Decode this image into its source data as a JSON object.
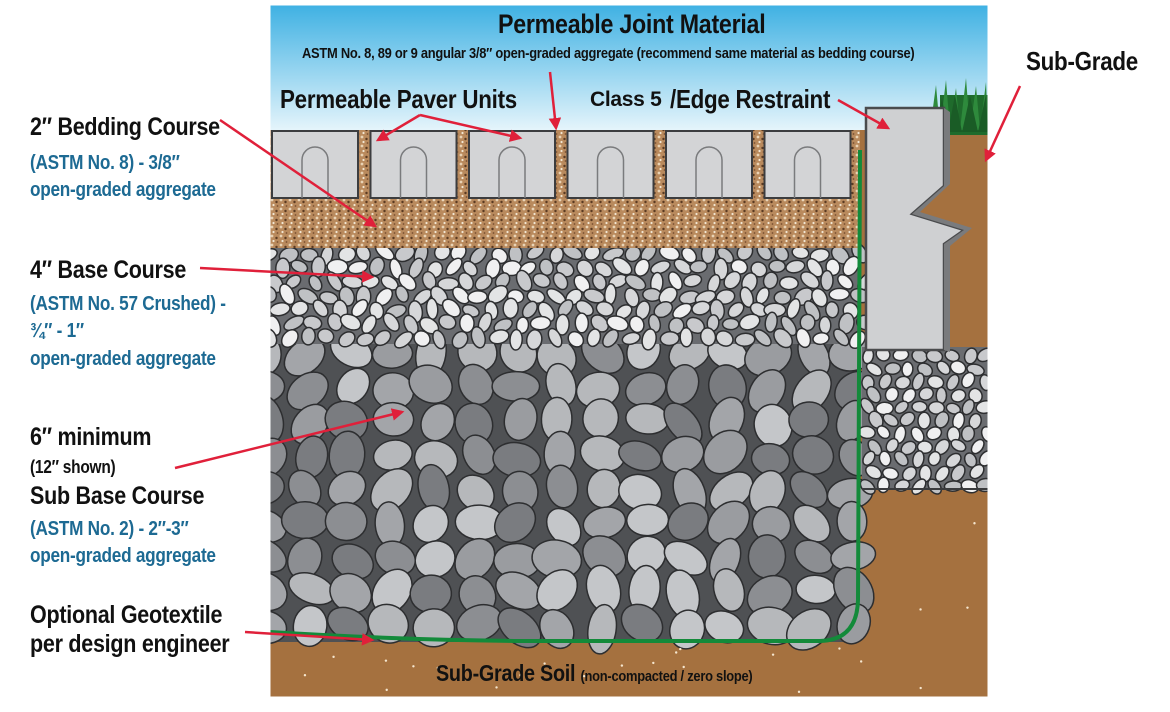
{
  "labels": {
    "joint_title": "Permeable Joint Material",
    "joint_sub": "ASTM No. 8, 89 or 9 angular 3/8″ open-graded aggregate (recommend same material as bedding course)",
    "paver_units": "Permeable Paver Units",
    "class5": "Class 5",
    "edge_restraint": "/Edge Restraint",
    "subgrade": "Sub-Grade",
    "bedding_title": "2″ Bedding Course",
    "bedding_spec1": "(ASTM No. 8) - 3/8″",
    "bedding_spec2": "open-graded aggregate",
    "base_title": "4″ Base Course",
    "base_spec1": "(ASTM No. 57 Crushed) -",
    "base_spec2": "¾″ - 1″",
    "base_spec3": "open-graded aggregate",
    "subbase_title1": "6″ minimum",
    "subbase_note": "(12″ shown)",
    "subbase_title2": "Sub Base Course",
    "subbase_spec1": "(ASTM No. 2) - 2″-3″",
    "subbase_spec2": "open-graded aggregate",
    "geotextile1": "Optional Geotextile",
    "geotextile2": "per design engineer",
    "soil_title": "Sub-Grade Soil",
    "soil_note": "(non-compacted / zero slope)"
  },
  "colors": {
    "sky": "#5bbde6",
    "soil": "#a5713f",
    "paver": "#d3d4d6",
    "geotextile": "#138a3a",
    "arrow": "#e0203a",
    "label_blue": "#1d6a93",
    "grass": "#1f6b2c"
  }
}
